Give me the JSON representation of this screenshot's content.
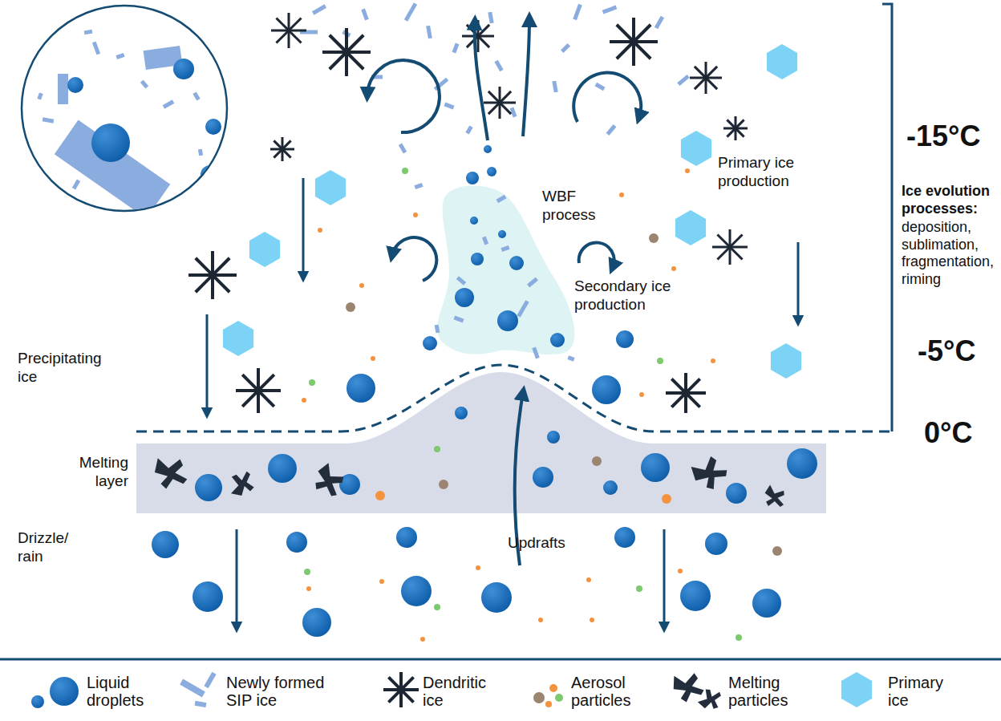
{
  "diagram": {
    "labels": [
      "-15°C",
      "-5°C",
      "0°C",
      "Ice evolution processes:",
      "deposition, sublimation, fragmentation, riming",
      "WBF process",
      "Secondary ice production",
      "Primary ice production",
      "Precipitating ice",
      "Melting layer",
      "Drizzle/ rain",
      "Updrafts"
    ],
    "legend": [
      {
        "text": "Liquid droplets"
      },
      {
        "text": "Newly formed SIP ice"
      },
      {
        "text": "Dendritic ice"
      },
      {
        "text": "Aerosol particles"
      },
      {
        "text": "Melting particles"
      },
      {
        "text": "Primary ice"
      }
    ]
  }
}
